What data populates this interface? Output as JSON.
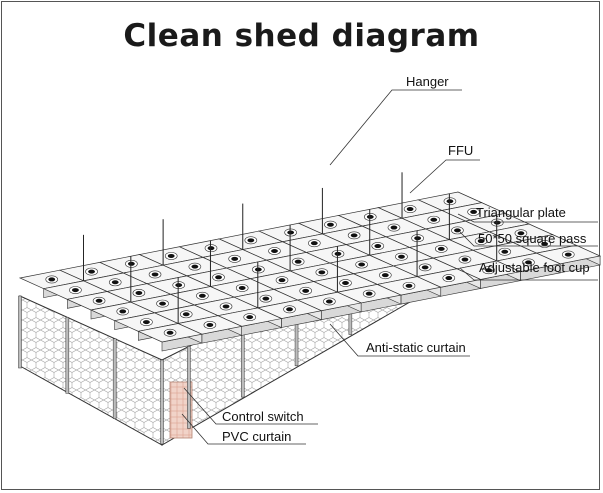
{
  "title": "Clean shed diagram",
  "labels": {
    "hanger": "Hanger",
    "ffu": "FFU",
    "triangular_plate": "Triangular plate",
    "square_pass": "50*50 square pass",
    "foot_cup": "Adjustable foot cup",
    "anti_static_curtain": "Anti-static curtain",
    "control_switch": "Control switch",
    "pvc_curtain": "PVC curtain"
  },
  "colors": {
    "line": "#333333",
    "panel_top": "#f6f6f6",
    "panel_side": "#d9d9d9",
    "mesh": "#9a9a9a",
    "pvc": "#e9c2b4"
  }
}
